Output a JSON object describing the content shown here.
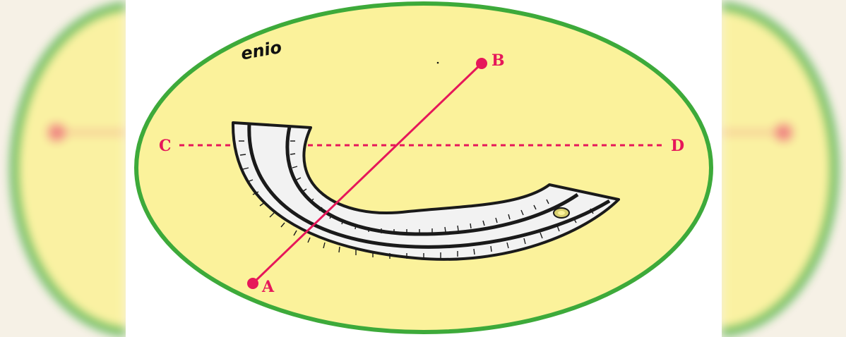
{
  "diagram": {
    "signature": "enio",
    "points": {
      "A": "A",
      "B": "B",
      "C": "C",
      "D": "D"
    }
  },
  "colors": {
    "background_fill": "#fbf29b",
    "ellipse_border": "#3daa3a",
    "line_color": "#e6175a",
    "ruler_fill": "#f2f2f2",
    "ruler_outline": "#1a1a1a",
    "text_dark": "#111111"
  },
  "icons": {
    "ruler": "semicircular-ruler-icon"
  }
}
